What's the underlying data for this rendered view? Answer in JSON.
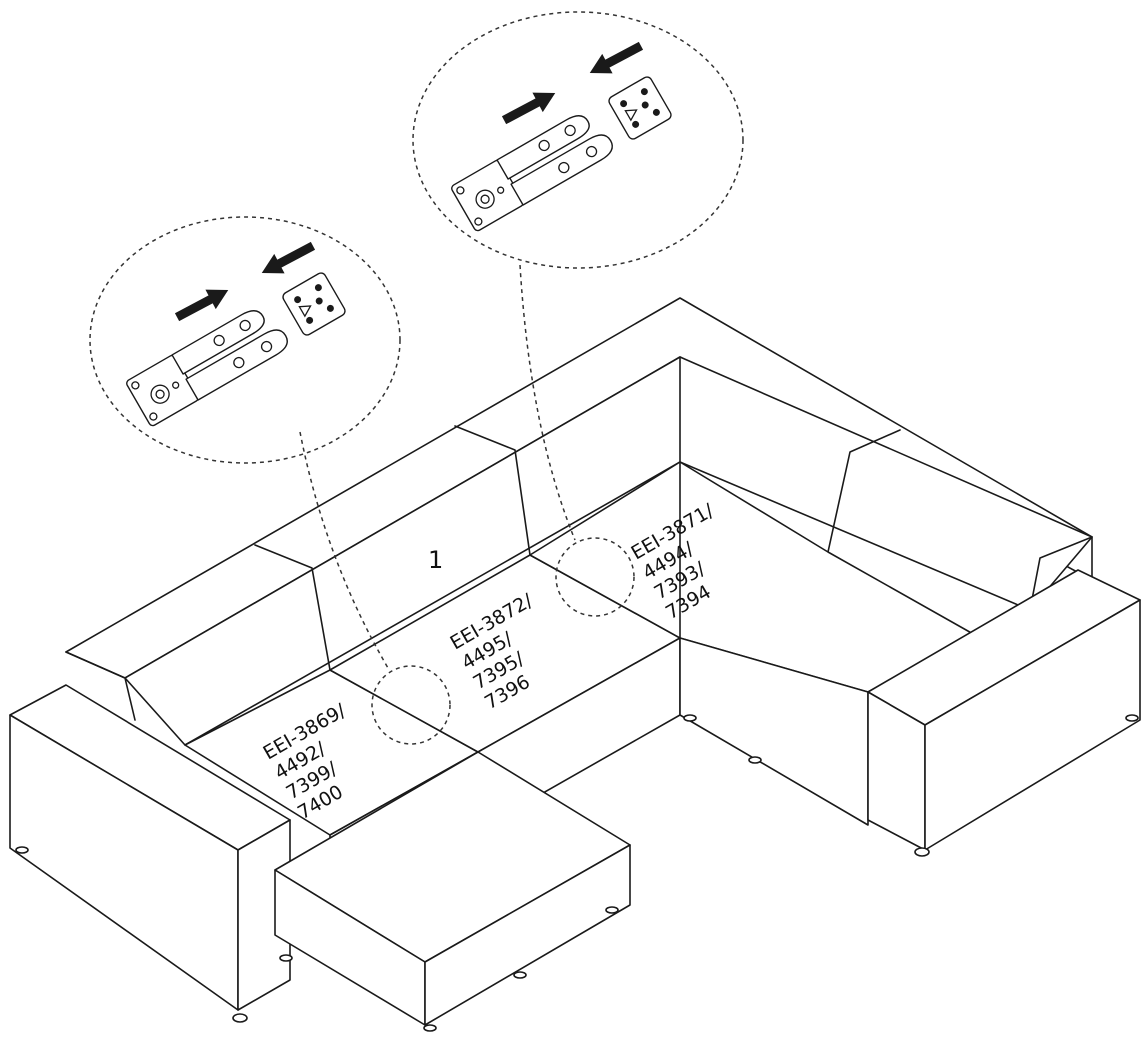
{
  "diagram": {
    "seat_number": "1",
    "modules": [
      {
        "id": "left-module",
        "lines": [
          "EEI-3869/",
          "4492/",
          "7399/",
          "7400"
        ]
      },
      {
        "id": "center-module",
        "lines": [
          "EEI-3872/",
          "4495/",
          "7395/",
          "7396"
        ]
      },
      {
        "id": "right-module",
        "lines": [
          "EEI-3871/",
          "4494/",
          "7393/",
          "7394"
        ]
      }
    ],
    "colors": {
      "line": "#1a1a1a",
      "background": "#ffffff",
      "arrow": "#111111"
    },
    "icons": [
      "connector-bracket-icon",
      "connector-plate-icon",
      "direction-arrow-icon"
    ]
  }
}
